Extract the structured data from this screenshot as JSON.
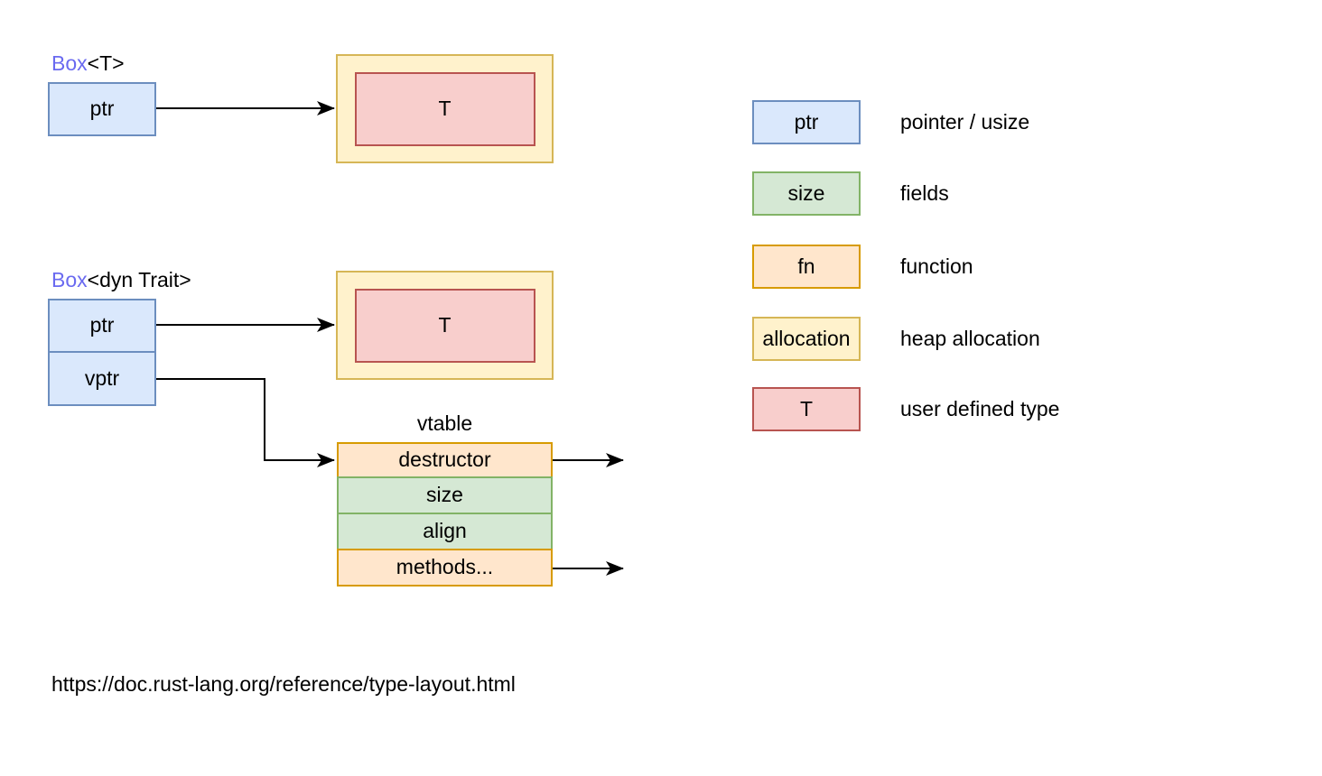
{
  "colors": {
    "pointer_fill": "#dae8fc",
    "pointer_stroke": "#6c8ebf",
    "fields_fill": "#d5e8d4",
    "fields_stroke": "#82b366",
    "function_fill": "#ffe6cc",
    "function_stroke": "#d79b00",
    "allocation_fill": "#fff2cc",
    "allocation_stroke": "#d6b656",
    "type_fill": "#f8cecc",
    "type_stroke": "#b85450",
    "box_keyword_text": "#6a6af0",
    "arrow": "#000000",
    "background": "#ffffff"
  },
  "diagram": {
    "box_t": {
      "title_keyword": "Box",
      "title_type": "<T>",
      "ptr_label": "ptr",
      "type_label": "T"
    },
    "box_dyn_trait": {
      "title_keyword": "Box",
      "title_type": "<dyn Trait>",
      "ptr_label": "ptr",
      "vptr_label": "vptr",
      "type_label": "T"
    },
    "vtable": {
      "title": "vtable",
      "rows": [
        {
          "label": "destructor",
          "kind": "function",
          "has_out_arrow": true
        },
        {
          "label": "size",
          "kind": "fields",
          "has_out_arrow": false
        },
        {
          "label": "align",
          "kind": "fields",
          "has_out_arrow": false
        },
        {
          "label": "methods...",
          "kind": "function",
          "has_out_arrow": true
        }
      ]
    }
  },
  "legend": {
    "items": [
      {
        "label": "ptr",
        "description": "pointer / usize",
        "kind": "pointer"
      },
      {
        "label": "size",
        "description": "fields",
        "kind": "fields"
      },
      {
        "label": "fn",
        "description": "function",
        "kind": "function"
      },
      {
        "label": "allocation",
        "description": "heap allocation",
        "kind": "allocation"
      },
      {
        "label": "T",
        "description": "user defined type",
        "kind": "type"
      }
    ]
  },
  "footer": {
    "source_url": "https://doc.rust-lang.org/reference/type-layout.html"
  }
}
